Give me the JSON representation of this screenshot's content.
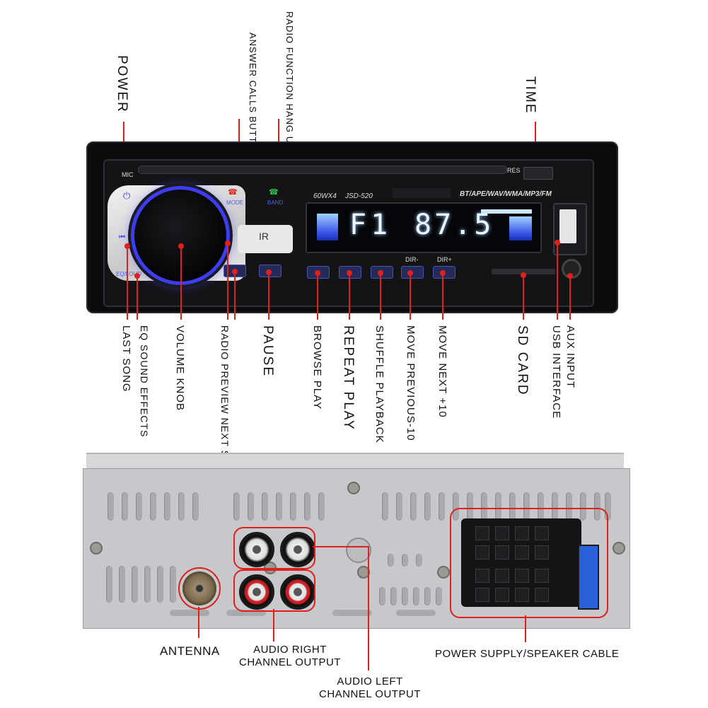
{
  "top_labels": {
    "power": "POWER",
    "answer_calls": "ANSWER CALLS BUTTON",
    "radio_function": "RADIO FUNCTION HANG UP",
    "time": "TIME"
  },
  "bottom_labels": {
    "last_song": "LAST SONG",
    "eq_sound": "EQ SOUND EFFECTS",
    "volume_knob": "VOLUME KNOB",
    "radio_preview": "RADIO PREVIEW NEXT SONG",
    "pause": "PAUSE",
    "browse_play": "BROWSE PLAY",
    "repeat_play": "REPEAT PLAY",
    "shuffle_playback": "SHUFFLE PLAYBACK",
    "move_previous": "MOVE PREVIOUS-10",
    "move_next": "MOVE NEXT +10",
    "sd_card": "SD CARD",
    "usb_interface": "USB INTERFACE",
    "aux_input": "AUX INPUT"
  },
  "faceplate": {
    "mic": "MIC",
    "res": "RES",
    "model_power": "60WX4",
    "model": "JSD-520",
    "formats": "BT/APE/WAV/WMA/MP3/FM",
    "eq_loud": "EQ/LOUD",
    "mode": "MODE",
    "band": "BAND",
    "dir_minus": "DIR-",
    "dir_plus": "DIR+",
    "ir": "IR",
    "lcd_preset": "F1",
    "lcd_frequency": "87.5"
  },
  "back_labels": {
    "antenna": "ANTENNA",
    "audio_right": "AUDIO RIGHT CHANNEL OUTPUT",
    "audio_left": "AUDIO LEFT CHANNEL OUTPUT",
    "power_supply": "POWER SUPPLY/SPEAKER CABLE"
  },
  "colors": {
    "callout": "#e0201a",
    "led_blue": "#3d3df5"
  }
}
